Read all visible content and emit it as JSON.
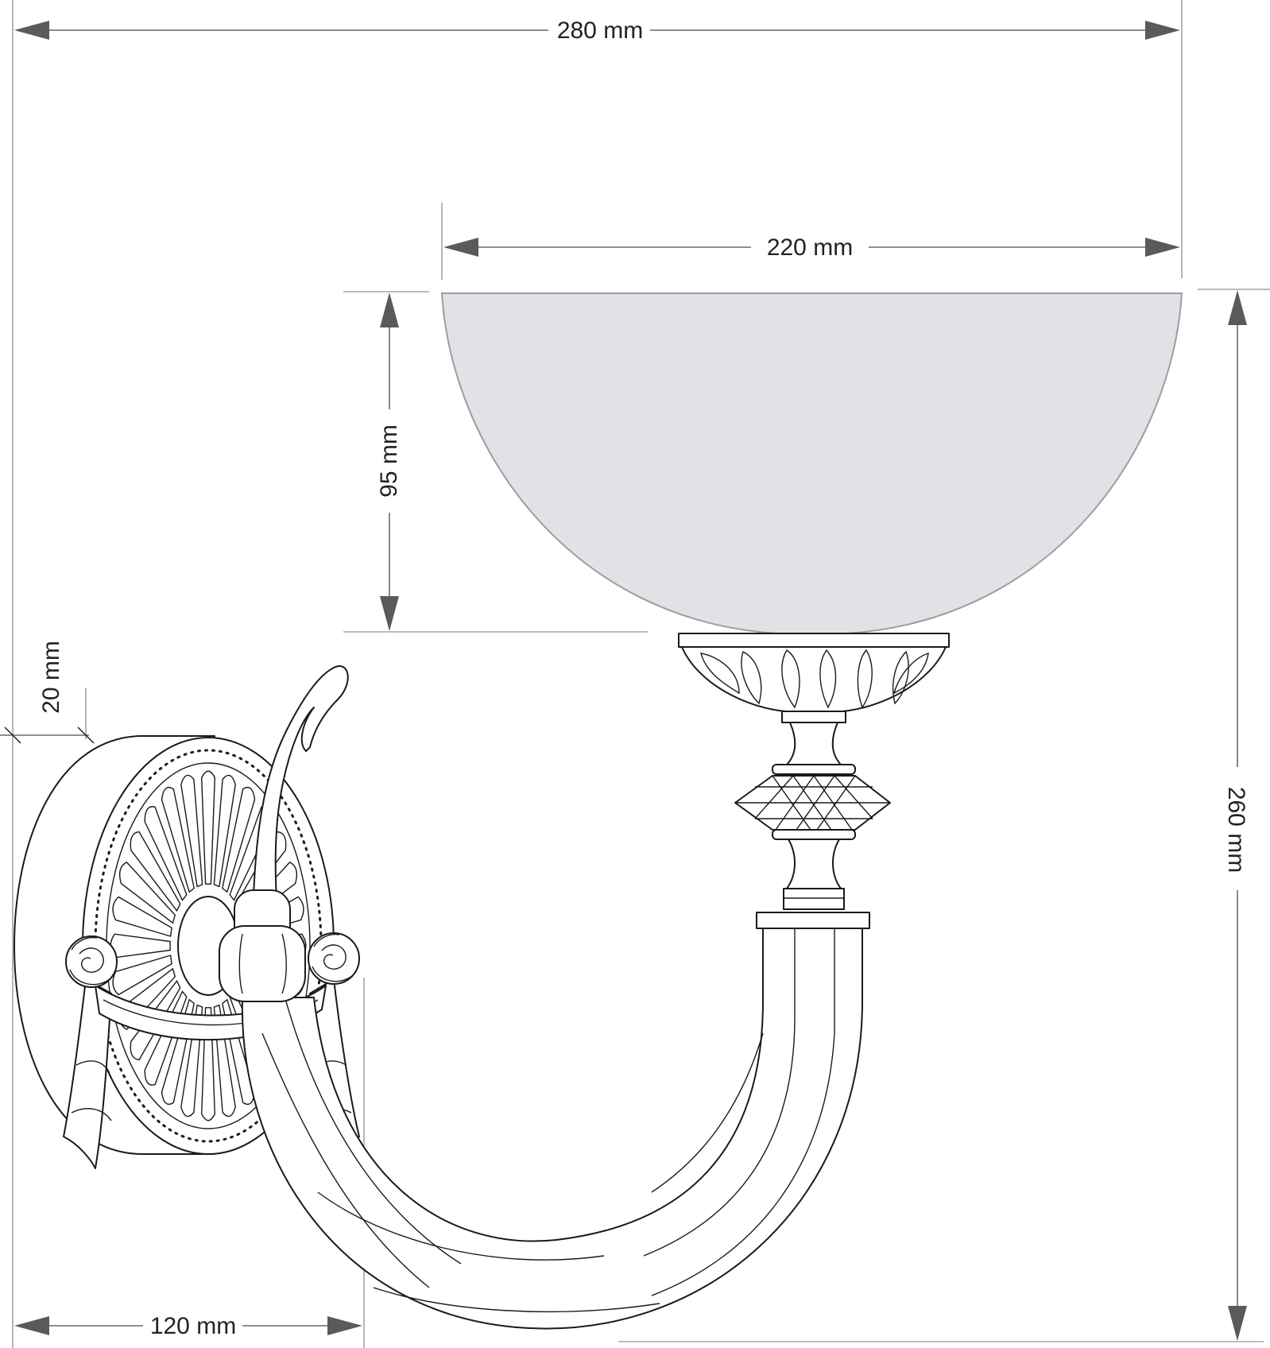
{
  "dimensions": {
    "overall_width": "280 mm",
    "shade_width": "220 mm",
    "shade_height": "95 mm",
    "overall_height": "260 mm",
    "backplate_depth": "20 mm",
    "projection": "120 mm"
  },
  "colors": {
    "shade_fill": "#e1e2e5",
    "shade_outline": "#9c9da2",
    "line": "#1a1a1a",
    "dimension": "#4a4a4a"
  }
}
